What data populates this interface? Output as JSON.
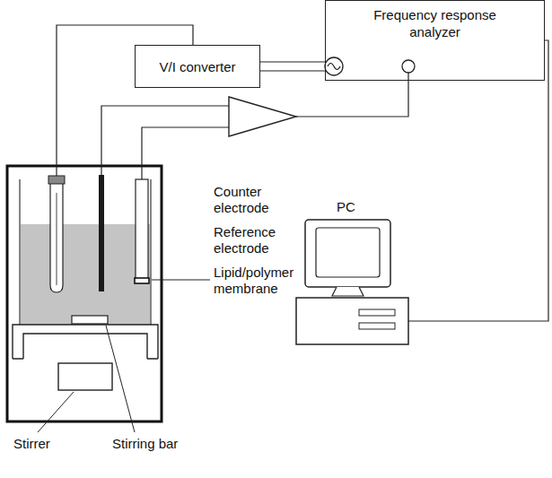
{
  "diagram": {
    "nodes": [
      {
        "text": [
          "Frequency response analyzer"
        ]
      },
      {
        "text": [
          "V/I converter"
        ]
      }
    ],
    "edges": [
      {
        "from": 1,
        "to": 0,
        "arrow": "none"
      }
    ],
    "labels": [
      "Counter electrode",
      "Reference electrode",
      "Lipid/polymer membrane",
      "PC",
      "Stirrer",
      "Stirring bar"
    ]
  }
}
